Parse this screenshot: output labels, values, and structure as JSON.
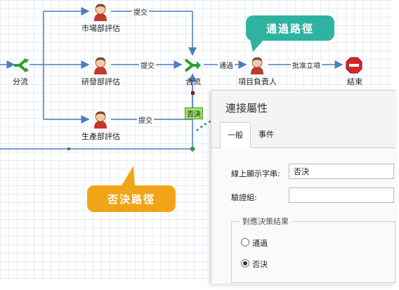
{
  "diagram": {
    "nodes": {
      "split": "分流",
      "market_review": "市場部評估",
      "rd_review": "研發部評估",
      "production_review": "生產部評估",
      "merge": "合流",
      "project_owner": "項目負責人",
      "end": "結束"
    },
    "edges": {
      "submit_1": "提交",
      "submit_2": "提交",
      "submit_3": "提交",
      "pass": "通過",
      "approve": "批准立項",
      "reject": "否決"
    }
  },
  "callouts": {
    "pass_path": "通過路徑",
    "reject_path": "否決路徑",
    "pass_color": "#2fb3a0",
    "reject_color": "#f0a519"
  },
  "dialog": {
    "title": "連接屬性",
    "tabs": [
      "一般",
      "事件"
    ],
    "active_tab": "一般",
    "fields": {
      "display_text_label": "線上顯示字串:",
      "display_text_value": "否決",
      "validation_group_label": "驗證組:",
      "validation_group_value": ""
    },
    "decision_group": {
      "legend": "對應決策結果",
      "options": [
        "通過",
        "否決"
      ],
      "selected": "否決"
    }
  },
  "colors": {
    "edge": "#4a7ebf",
    "reject_edge": "#1a7a1a",
    "highlight_circle": "#d9343a",
    "person_body": "#c0392b",
    "stop_sign": "#d9232a",
    "arrow_green": "#2e9e2e"
  }
}
